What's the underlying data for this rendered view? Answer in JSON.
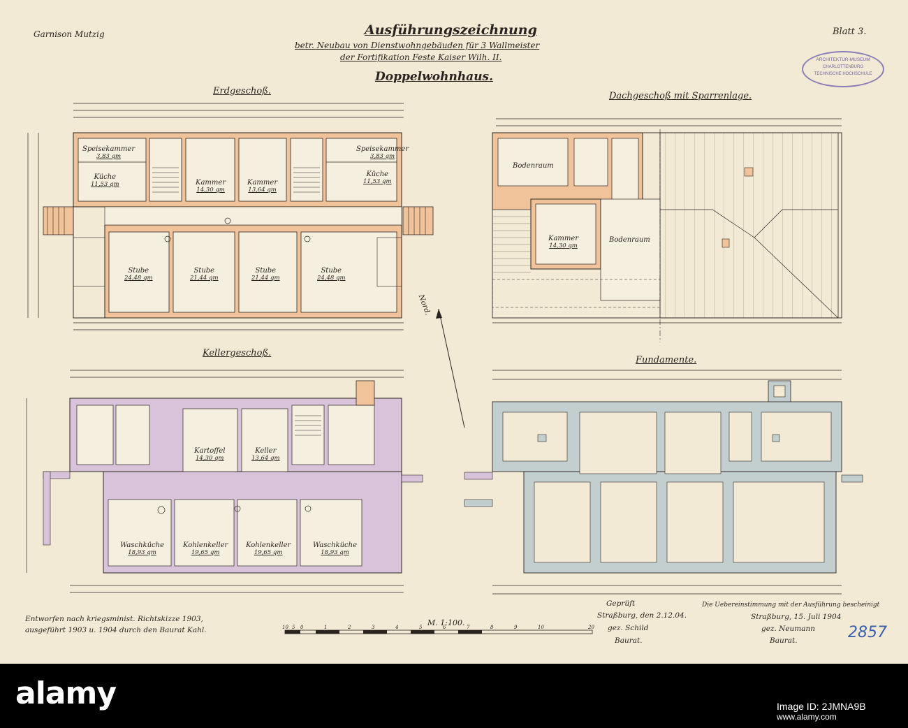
{
  "header": {
    "garrison": "Garnison Mutzig",
    "title": "Ausführungszeichnung",
    "subtitle_1": "betr. Neubau von Dienstwohngebäuden für 3 Wallmeister",
    "subtitle_2": "der Fortifikation Feste Kaiser Wilh. II.",
    "building": "Doppelwohnhaus.",
    "sheet": "Blatt 3."
  },
  "stamp": {
    "line_1": "ARCHITEKTUR-MUSEUM",
    "line_2": "CHARLOTTENBURG",
    "line_3": "TECHNISCHE HOCHSCHULE"
  },
  "plans": {
    "ground_floor": "Erdgeschoß.",
    "attic": "Dachgeschoß mit Sparrenlage.",
    "cellar": "Kellergeschoß.",
    "foundations": "Fundamente.",
    "north": "Nord."
  },
  "rooms": {
    "ground": [
      {
        "name": "Speisekammer",
        "area": "3,83 qm"
      },
      {
        "name": "Küche",
        "area": "11,53 qm"
      },
      {
        "name": "Kammer",
        "area": "14,30 qm"
      },
      {
        "name": "Kammer",
        "area": "13,64 qm"
      },
      {
        "name": "Speisekammer",
        "area": "3,83 qm"
      },
      {
        "name": "Küche",
        "area": "11,53 qm"
      },
      {
        "name": "Stube",
        "area": "24,48 qm"
      },
      {
        "name": "Stube",
        "area": "21,44 qm"
      },
      {
        "name": "Stube",
        "area": "21,44 qm"
      },
      {
        "name": "Stube",
        "area": "24,48 qm"
      }
    ],
    "attic": [
      {
        "name": "Bodenraum",
        "area": ""
      },
      {
        "name": "Kammer",
        "area": "14,30 qm"
      },
      {
        "name": "Bodenraum",
        "area": ""
      }
    ],
    "cellar": [
      {
        "name": "Kartoffel",
        "area": "14,30 qm"
      },
      {
        "name": "Keller",
        "area": "13,64 qm"
      },
      {
        "name": "Waschküche",
        "area": "18,93 qm"
      },
      {
        "name": "Kohlenkeller",
        "area": "19,65 qm"
      },
      {
        "name": "Kohlenkeller",
        "area": "19,65 qm"
      },
      {
        "name": "Waschküche",
        "area": "18,93 qm"
      }
    ]
  },
  "footer": {
    "design_1": "Entworfen nach kriegsminist. Richtskizze 1903,",
    "design_2": "ausgeführt 1903 u. 1904 durch den Baurat Kahl.",
    "scale": "M. 1:100.",
    "check_1": "Geprüft",
    "check_2": "Straßburg, den 2.12.04.",
    "check_3": "gez. Schild",
    "check_4": "Baurat.",
    "confirm_1": "Die Uebereinstimmung mit der Ausführung bescheinigt",
    "confirm_2": "Straßburg, 15. Juli 1904",
    "confirm_3": "gez. Neumann",
    "confirm_4": "Baurat.",
    "inventory": "2857"
  },
  "scale_bar": {
    "ticks": [
      "10",
      "5",
      "0",
      "1",
      "2",
      "3",
      "4",
      "5",
      "6",
      "7",
      "8",
      "9",
      "10",
      "20"
    ]
  },
  "watermark": {
    "logo": "alamy",
    "image_id": "Image ID: 2JMNA9B",
    "url": "www.alamy.com"
  },
  "colors": {
    "paper": "#f3ead6",
    "ink": "#2a2420",
    "wall_ground": "#f0c39a",
    "wall_cellar": "#d8c3da",
    "wall_foundation": "#c3cfcf",
    "stamp": "#6f62a6",
    "inventory_blue": "#3a5fae"
  }
}
